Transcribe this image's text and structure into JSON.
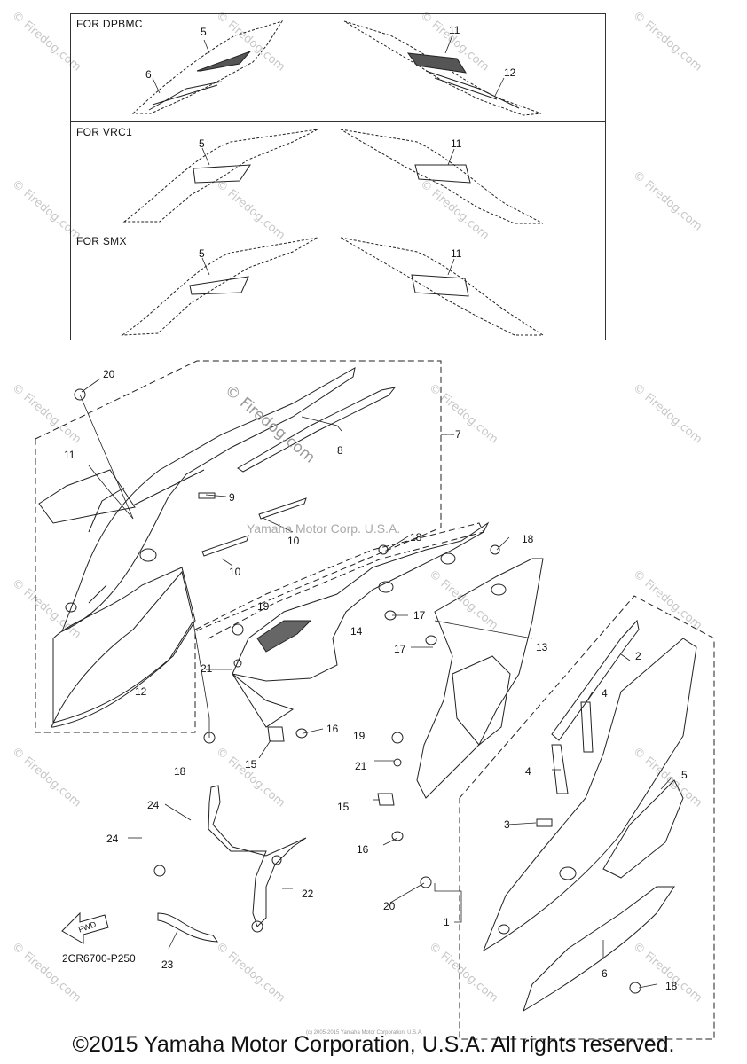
{
  "boxes": [
    {
      "title": "FOR DPBMC"
    },
    {
      "title": "FOR VRC1"
    },
    {
      "title": "FOR SMX"
    }
  ],
  "watermark": "© Firedog.com",
  "center_watermark": "Yamaha Motor Corp. U.S.A.",
  "diagram_code": "2CR6700-P250",
  "fwd_label": "FWD",
  "tiny_text": "(c) 2005-2015 Yamaha Motor Corporation, U.S.A.",
  "copyright": "©2015 Yamaha Motor Corporation, U.S.A. All rights reserved.",
  "callouts": {
    "b1_5": "5",
    "b1_6": "6",
    "b1_11": "11",
    "b1_12": "12",
    "b2_5": "5",
    "b2_11": "11",
    "b3_5": "5",
    "b3_11": "11",
    "c20a": "20",
    "c7": "7",
    "c8": "8",
    "c11": "11",
    "c9": "9",
    "c10a": "10",
    "c10b": "10",
    "c12": "12",
    "c18a": "18",
    "c18b": "18",
    "c18c": "18",
    "c19a": "19",
    "c21a": "21",
    "c14": "14",
    "c17a": "17",
    "c17b": "17",
    "c13": "13",
    "c16a": "16",
    "c15a": "15",
    "c19b": "19",
    "c21b": "21",
    "c15b": "15",
    "c16b": "16",
    "c2": "2",
    "c4a": "4",
    "c4b": "4",
    "c5": "5",
    "c3": "3",
    "c20b": "20",
    "c1": "1",
    "c6": "6",
    "c18d": "18",
    "c24a": "24",
    "c24b": "24",
    "c22": "22",
    "c23": "23"
  }
}
